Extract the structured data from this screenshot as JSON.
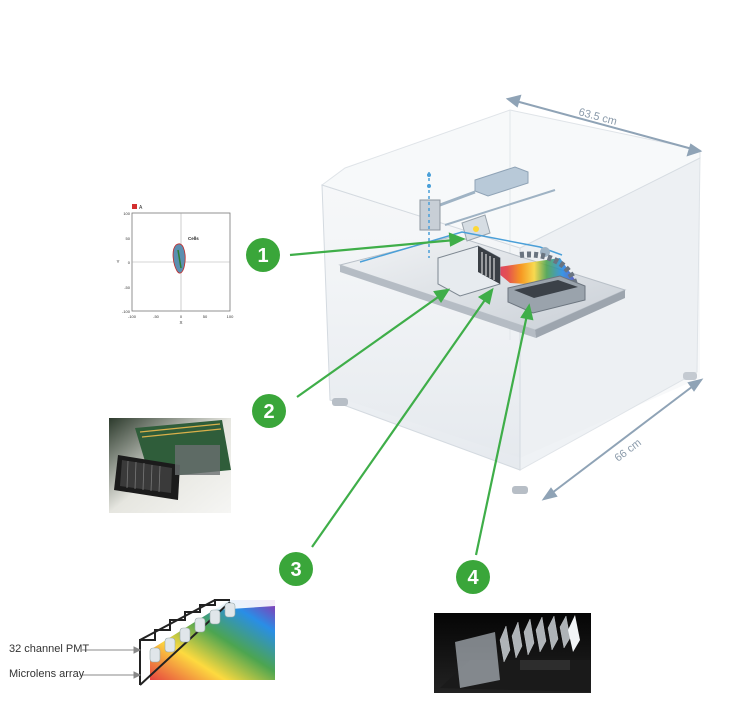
{
  "dimensions": {
    "depth": "63.5 cm",
    "width": "66 cm"
  },
  "callouts": [
    {
      "number": "1"
    },
    {
      "number": "2"
    },
    {
      "number": "3"
    },
    {
      "number": "4"
    }
  ],
  "scatter_plot": {
    "legend": "A",
    "gate_label": "Cells",
    "x_axis_label": "X",
    "y_axis_label": "Y",
    "x_ticks": [
      "-100",
      "-50",
      "0",
      "50",
      "100"
    ],
    "y_ticks": [
      "100",
      "50",
      "0",
      "-50",
      "-100"
    ]
  },
  "detector_labels": {
    "pmt": "32 channel PMT",
    "microlens": "Microlens array"
  },
  "colors": {
    "callout_green": "#3aa63a",
    "arrow_green": "#3fae49",
    "dimension_line": "#8fa3b6"
  }
}
